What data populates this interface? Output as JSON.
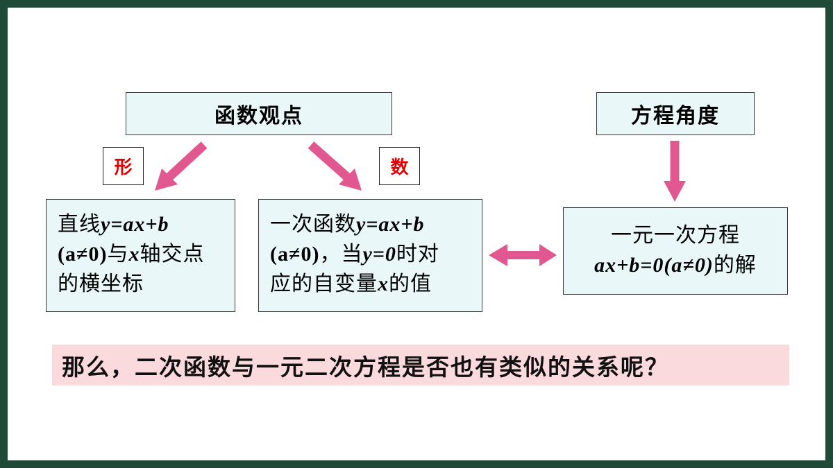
{
  "func_view": "函数观点",
  "eq_view": "方程角度",
  "tag_shape": "形",
  "tag_number": "数",
  "box_line": {
    "t1": "直线",
    "m1": "y=ax+b",
    "m2": "(a≠0)",
    "t2": "与",
    "m3": "x",
    "t3": "轴交点",
    "t4": "的横坐标"
  },
  "box_func": {
    "t1": "一次函数",
    "m1": "y=ax+b",
    "m2": "(a≠0)",
    "t2": "，当",
    "m3": "y=0",
    "t3": "时对",
    "t4": "应的自变量",
    "m4": "x",
    "t5": "的值"
  },
  "box_eq": {
    "t1": "一元一次方程",
    "m1": "ax+b=0(a≠0)",
    "t2": "的解"
  },
  "question": "那么，二次函数与一元二次方程是否也有类似的关系呢？",
  "colors": {
    "arrow": "#e0588f",
    "box_fill": "#e9f7f8",
    "question_fill": "#fadadd",
    "tag_text": "#e00000"
  }
}
